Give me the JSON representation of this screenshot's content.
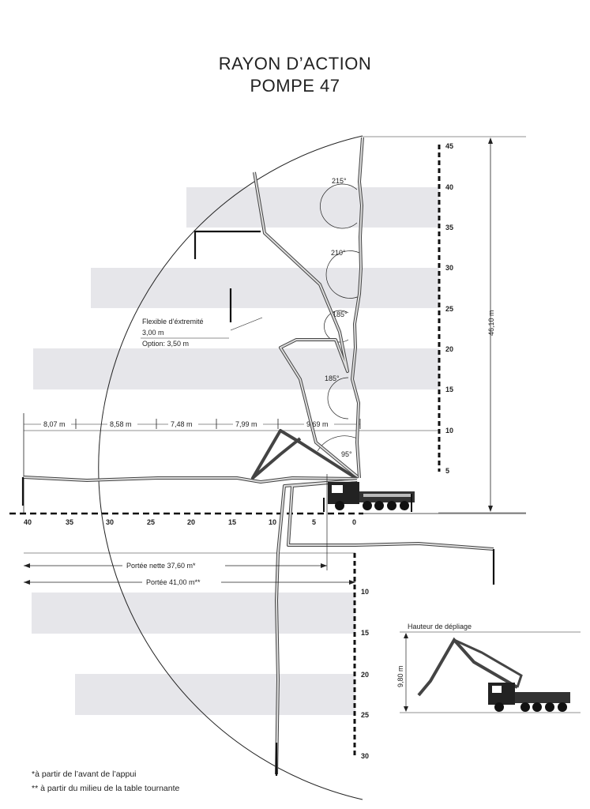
{
  "title": {
    "line1": "RAYON D’ACTION",
    "line2": "POMPE 47"
  },
  "right_scale_ticks": [
    "45",
    "40",
    "35",
    "30",
    "25",
    "20",
    "15",
    "10",
    "5"
  ],
  "horizontal_ticks": [
    "40",
    "35",
    "30",
    "25",
    "20",
    "15",
    "10",
    "5",
    "0"
  ],
  "depth_ticks": [
    "10",
    "15",
    "20",
    "25",
    "30"
  ],
  "total_height": "46,10 m",
  "section_lengths": [
    "8,07 m",
    "8,58 m",
    "7,48 m",
    "7,99 m",
    "9,69 m"
  ],
  "angles": [
    "215°",
    "210°",
    "185°",
    "185°",
    "95°"
  ],
  "end_hose": {
    "line1": "Flexible d’éxtremité",
    "line2": "3,00 m",
    "line3": "Option: 3,50 m"
  },
  "reach": {
    "net": "Portée nette 37,60 m*",
    "total": "Portée 41,00 m**"
  },
  "unfolding": {
    "title": "Hauteur de dépliage",
    "height": "9,80 m"
  },
  "footnotes": {
    "note1": "*à partir de l’avant de l’appui",
    "note2": "** à partir du milieu de la table tournante"
  }
}
